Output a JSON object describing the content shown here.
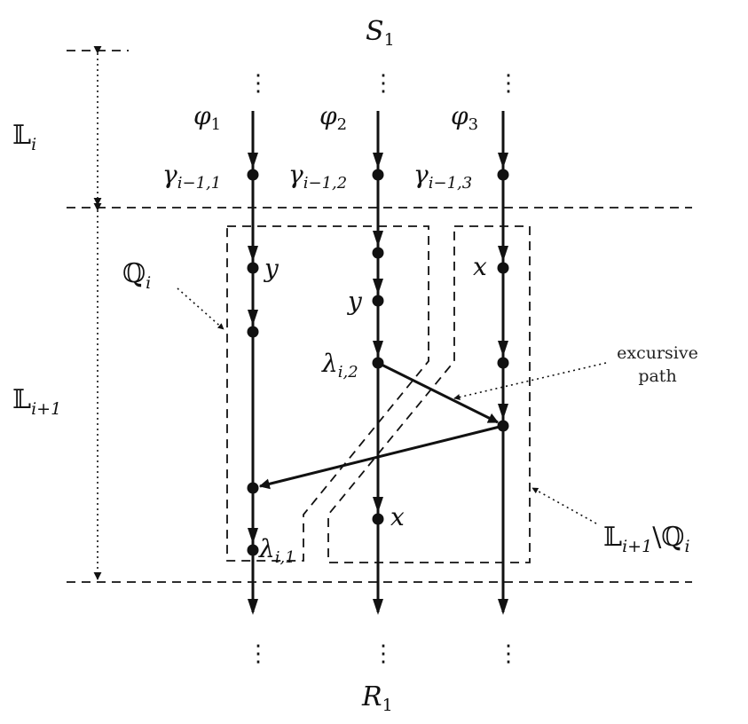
{
  "source_label": "S",
  "source_sub": "1",
  "sink_label": "R",
  "sink_sub": "1",
  "layer_i": {
    "symbol": "𝕃",
    "sub": "i"
  },
  "layer_i1": {
    "symbol": "𝕃",
    "sub": "i+1"
  },
  "q_label": {
    "symbol": "ℚ",
    "sub": "i"
  },
  "lq_label": {
    "l": "𝕃",
    "l_sub": "i+1",
    "sep": "\\",
    "q": "ℚ",
    "q_sub": "i"
  },
  "phi": [
    {
      "sym": "φ",
      "sub": "1"
    },
    {
      "sym": "φ",
      "sub": "2"
    },
    {
      "sym": "φ",
      "sub": "3"
    }
  ],
  "gamma": [
    {
      "sym": "γ",
      "sub": "i−1,1"
    },
    {
      "sym": "γ",
      "sub": "i−1,2"
    },
    {
      "sym": "γ",
      "sub": "i−1,3"
    }
  ],
  "lambda": [
    {
      "sym": "λ",
      "sub": "i,1"
    },
    {
      "sym": "λ",
      "sub": "i,2"
    }
  ],
  "node_labels": {
    "x": "x",
    "y": "y"
  },
  "ellipsis": "⋮",
  "excursive": [
    "excursive",
    "path"
  ]
}
